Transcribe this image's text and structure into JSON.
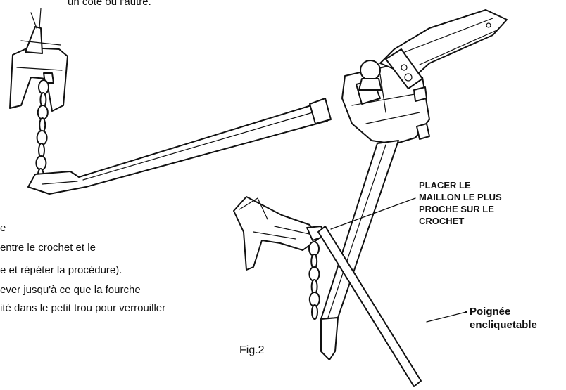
{
  "text_lines": {
    "top_fragment": "un côté ou l'autre.",
    "line_e": "e",
    "line_1": "entre le crochet et le",
    "line_2": "e et répéter la procédure).",
    "line_3": "ever jusqu'à ce que la fourche",
    "line_4": "ité dans le petit trou pour verrouiller"
  },
  "callouts": {
    "chain_link": [
      "PLACER LE",
      "MAILLON LE PLUS",
      "PROCHE SUR LE",
      "CROCHET"
    ],
    "handle": [
      "Poignée",
      "encliquetable"
    ]
  },
  "figure_label": "Fig.2"
}
